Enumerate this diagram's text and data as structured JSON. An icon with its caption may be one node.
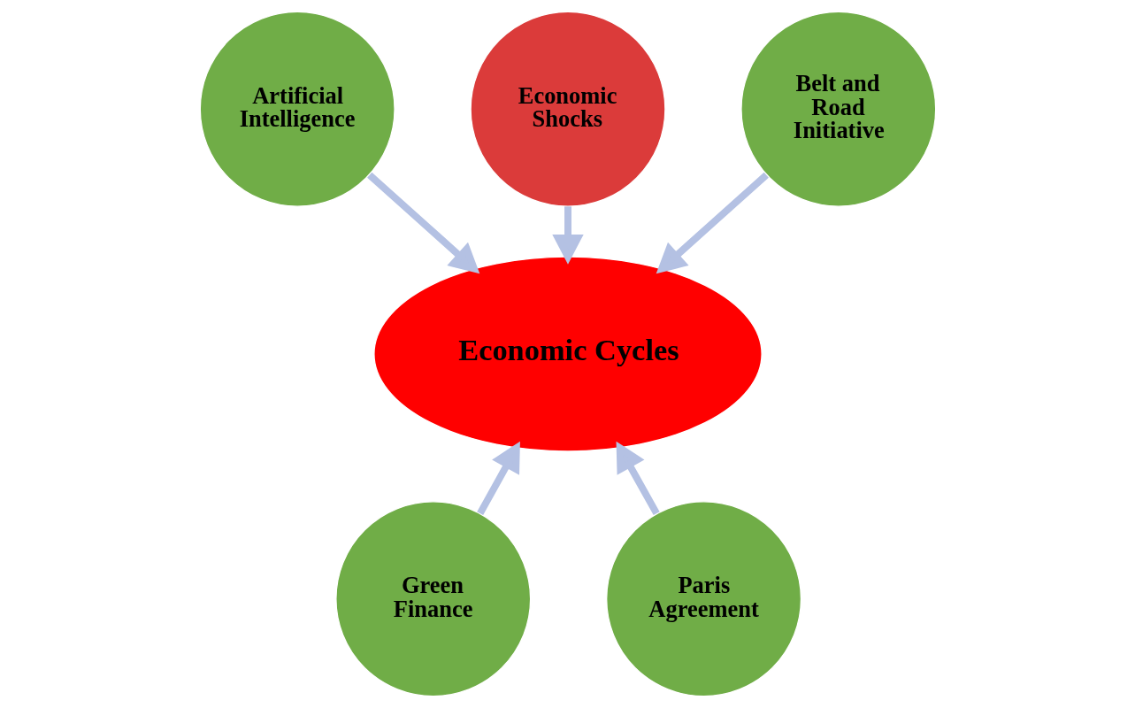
{
  "diagram": {
    "nodes": [
      {
        "text": [
          "Artificial Intelligence"
        ]
      },
      {
        "text": [
          "Economic Shocks"
        ]
      },
      {
        "text": [
          "Belt and Road Initiative"
        ]
      },
      {
        "text": [
          "Economic Cycles"
        ]
      },
      {
        "text": [
          "Green Finance"
        ]
      },
      {
        "text": [
          "Paris Agreement"
        ]
      }
    ],
    "edges": [
      {
        "from": 0,
        "to": 3,
        "arrow": "to"
      },
      {
        "from": 1,
        "to": 3,
        "arrow": "to"
      },
      {
        "from": 2,
        "to": 3,
        "arrow": "to"
      },
      {
        "from": 4,
        "to": 3,
        "arrow": "to"
      },
      {
        "from": 5,
        "to": 3,
        "arrow": "to"
      }
    ]
  }
}
